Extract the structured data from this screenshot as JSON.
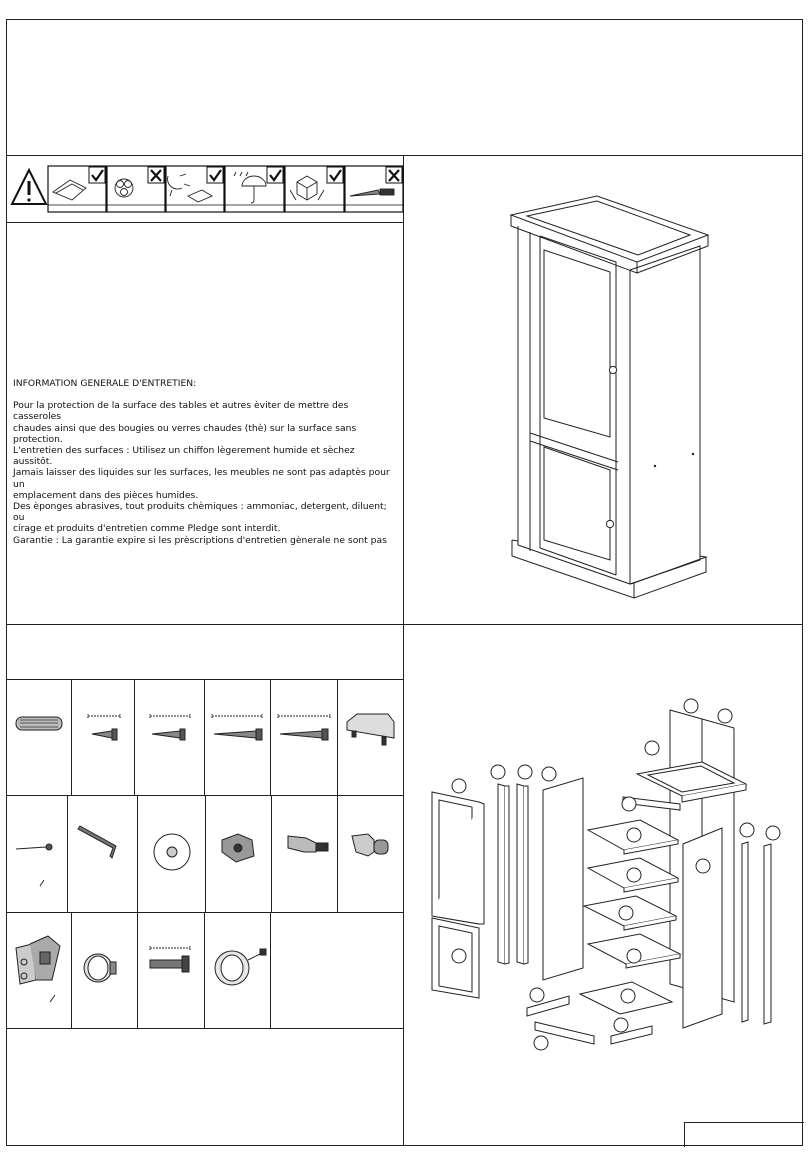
{
  "care_info": {
    "title": "INFORMATION GENERALE D'ENTRETIEN:",
    "paragraph": [
      "Pour la protection de la surface des tables et autres èviter de mettre des casseroles",
      "chaudes ainsi que des bougies ou verres chaudes (thè) sur la surface sans protection.",
      "L'entretien des surfaces : Utilisez un chiffon lègerement humide et sèchez aussitôt.",
      "Jamais laisser des liquides sur les surfaces, les meubles ne sont pas adaptès pour un",
      "emplacement dans des pièces humides.",
      "Des èponges abrasives, tout produits chèmiques : ammoniac, detergent, diluent; ou",
      "cirage et produits d'entretien comme Pledge sont interdit.",
      "Garantie : La garantie expire si les prèscriptions d'entretien gènerale ne sont pas"
    ]
  },
  "care_symbols": [
    {
      "icon": "warning-icon",
      "mark": ""
    },
    {
      "icon": "cloth-icon",
      "mark": "✔"
    },
    {
      "icon": "chemical-icon",
      "mark": "✘"
    },
    {
      "icon": "sun-icon",
      "mark": "✔"
    },
    {
      "icon": "umbrella-rain-icon",
      "mark": "✔"
    },
    {
      "icon": "package-hands-icon",
      "mark": "✔"
    },
    {
      "icon": "knife-icon",
      "mark": "✘"
    }
  ],
  "hardware": {
    "row1": [
      "dowel-icon",
      "short-screw-icon",
      "medium-screw-icon",
      "long-screw-icon",
      "longest-screw-icon",
      "handle-icon"
    ],
    "row2": [
      "pin-nail-icon",
      "allen-key-icon",
      "cam-disc-icon",
      "cam-lock-icon",
      "wall-plug-icon",
      "shelf-pin-icon"
    ],
    "row3": [
      "hinge-icon",
      "knob-icon",
      "bolt-icon",
      "door-knob-icon"
    ],
    "slash_mark": "/"
  }
}
